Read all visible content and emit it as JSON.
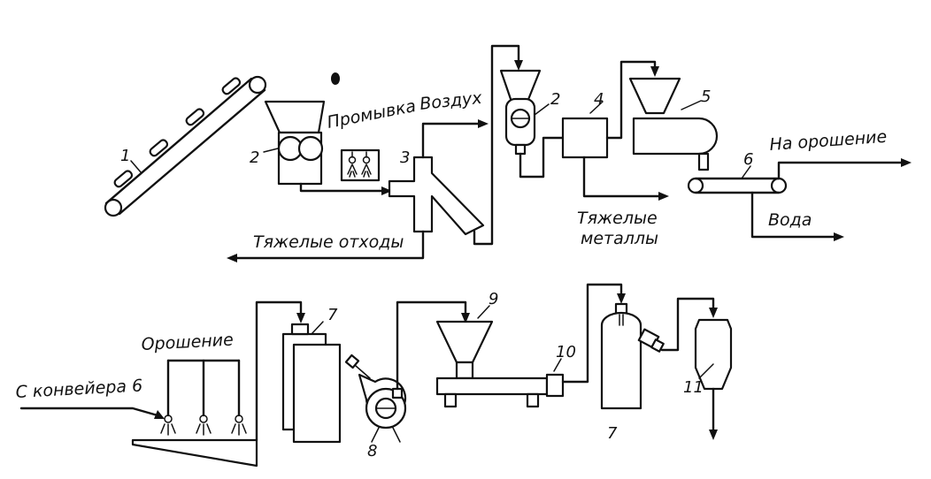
{
  "labels": {
    "air": "Воздух",
    "washing": "Промывка",
    "heavy_waste": "Тяжелые отходы",
    "heavy_metals_1": "Тяжелые",
    "heavy_metals_2": "металлы",
    "to_irrigation": "На орошение",
    "water": "Вода",
    "irrigation": "Орошение",
    "from_conveyor": "С конвейера 6"
  },
  "numbers": {
    "n1": "1",
    "n2a": "2",
    "n2b": "2",
    "n3": "3",
    "n4": "4",
    "n5": "5",
    "n6": "6",
    "n7a": "7",
    "n7b": "7",
    "n8": "8",
    "n9": "9",
    "n10": "10",
    "n11": "11"
  }
}
